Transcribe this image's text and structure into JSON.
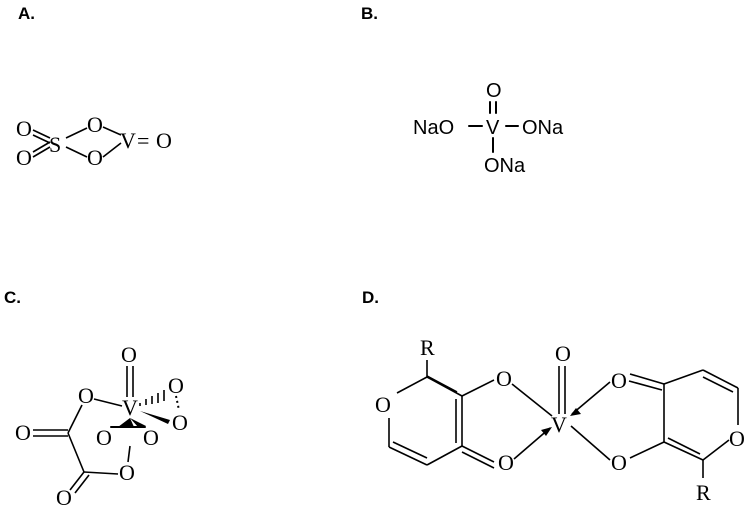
{
  "panels": {
    "a": {
      "label": "A.",
      "atoms": {
        "o1": "O",
        "o2": "O",
        "s": "S",
        "o3": "O",
        "o4": "O",
        "v": "V",
        "o5": "O"
      },
      "bond_labels": {
        "v_double_o": "="
      }
    },
    "b": {
      "label": "B.",
      "atoms": {
        "o_top": "O",
        "v": "V",
        "nao_left": "NaO",
        "ona_right": "ONa",
        "ona_bottom": "ONa"
      }
    },
    "c": {
      "label": "C.",
      "atoms": {
        "o_top": "O",
        "v": "V",
        "o_left": "O",
        "o_peroxo1": "O",
        "o_peroxo2": "O",
        "o_carbonyl1": "O",
        "o_bottom_left": "O",
        "o_bottom_right": "O",
        "o_carbonyl2": "O",
        "o_bridge": "O"
      }
    },
    "d": {
      "label": "D.",
      "atoms": {
        "r_left": "R",
        "o_ring_left": "O",
        "o_phenol_left": "O",
        "o_keto_left": "O",
        "o_top": "O",
        "v": "V",
        "o_keto_right": "O",
        "o_phenol_right": "O",
        "o_ring_right": "O",
        "r_right": "R"
      }
    }
  }
}
